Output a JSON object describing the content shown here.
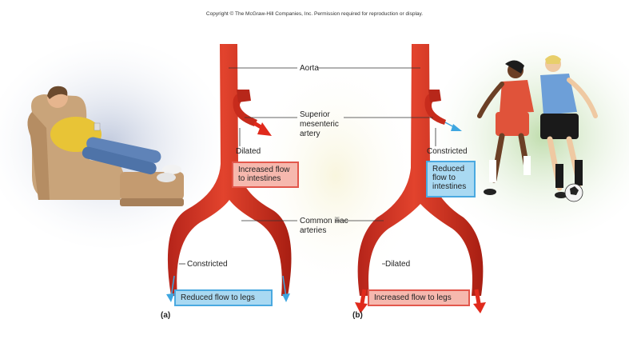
{
  "copyright": "Copyright © The McGraw-Hill Companies, Inc. Permission required for reproduction or display.",
  "labels": {
    "aorta": "Aorta",
    "superior_mesenteric": [
      "Superior",
      "mesenteric",
      "artery"
    ],
    "common_iliac": [
      "Common iliac",
      "arteries"
    ]
  },
  "panel_a": {
    "letter": "(a)",
    "mesenteric_state": "Dilated",
    "mesenteric_flow": [
      "Increased flow",
      "to intestines"
    ],
    "leg_state": "Constricted",
    "leg_flow": "Reduced flow to legs"
  },
  "panel_b": {
    "letter": "(b)",
    "mesenteric_state": "Constricted",
    "mesenteric_flow": [
      "Reduced",
      "flow to",
      "intestines"
    ],
    "leg_state": "Dilated",
    "leg_flow": "Increased flow to legs"
  },
  "colors": {
    "artery": "#d8321f",
    "artery_dark": "#a81e12",
    "flow_red": "#e02a1c",
    "flow_blue": "#3ea6e0",
    "box_red_fill": "#f6b8ae",
    "box_blue_fill": "#a9d9f2"
  }
}
